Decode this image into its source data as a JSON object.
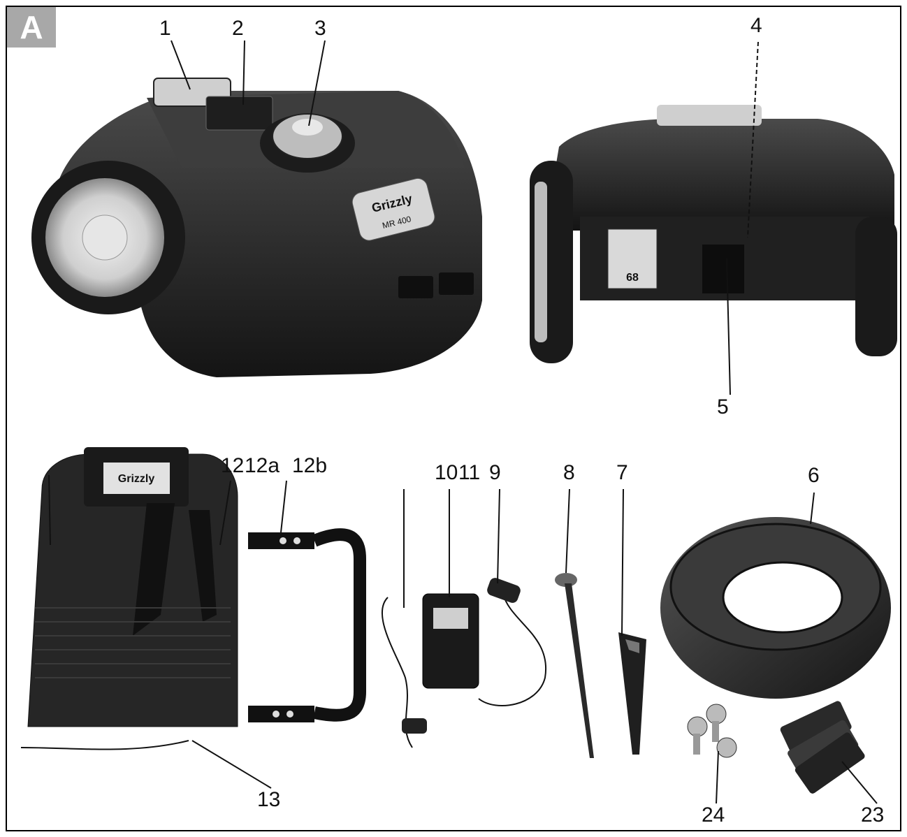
{
  "figure": {
    "panel_letter": "A",
    "callouts": {
      "c1": "1",
      "c2": "2",
      "c3": "3",
      "c4": "4",
      "c5": "5",
      "c6": "6",
      "c7": "7",
      "c8": "8",
      "c9": "9",
      "c10": "10",
      "c11": "11",
      "c12": "12",
      "c12a": "12a",
      "c12b": "12b",
      "c13": "13",
      "c23": "23",
      "c24": "24"
    },
    "brand_badge": "Grizzly",
    "model_badge": "MR 400",
    "rating_label": "68"
  },
  "colors": {
    "ink": "#111111",
    "plastic": "#2b2b2b",
    "panel_letter_bg": "#a8a8a8"
  }
}
